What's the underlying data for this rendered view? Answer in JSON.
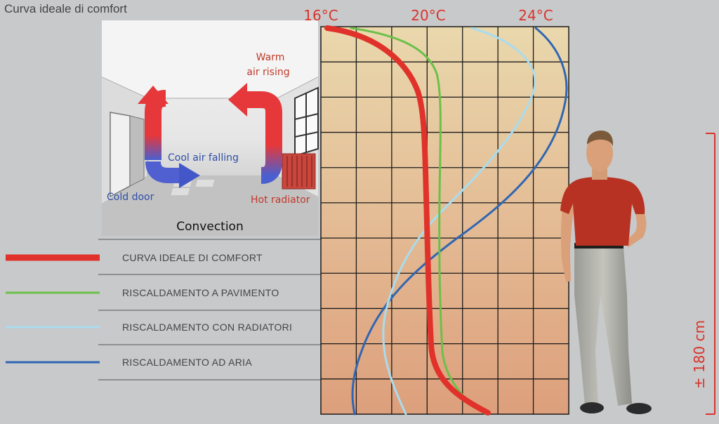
{
  "title": "Curva ideale di comfort",
  "temperature_axis": {
    "labels": [
      {
        "text": "16°C",
        "value": 16
      },
      {
        "text": "20°C",
        "value": 20
      },
      {
        "text": "24°C",
        "value": 24
      }
    ]
  },
  "height_label": "± 180 cm",
  "legend": [
    {
      "label": "CURVA IDEALE DI COMFORT",
      "color": "#e0322b"
    },
    {
      "label": "RISCALDAMENTO A PAVIMENTO",
      "color": "#6cc04a"
    },
    {
      "label": "RISCALDAMENTO CON RADIATORI",
      "color": "#a9dcee"
    },
    {
      "label": "RISCALDAMENTO AD ARIA",
      "color": "#2f66b3"
    }
  ],
  "convection": {
    "title": "Convection",
    "warm_air_line1": "Warm",
    "warm_air_line2": "air rising",
    "cool_air": "Cool air falling",
    "cold_door": "Cold door",
    "hot_radiator": "Hot radiator"
  },
  "colors": {
    "accent": "#d9342b",
    "cold": "#2f4fa8"
  }
}
